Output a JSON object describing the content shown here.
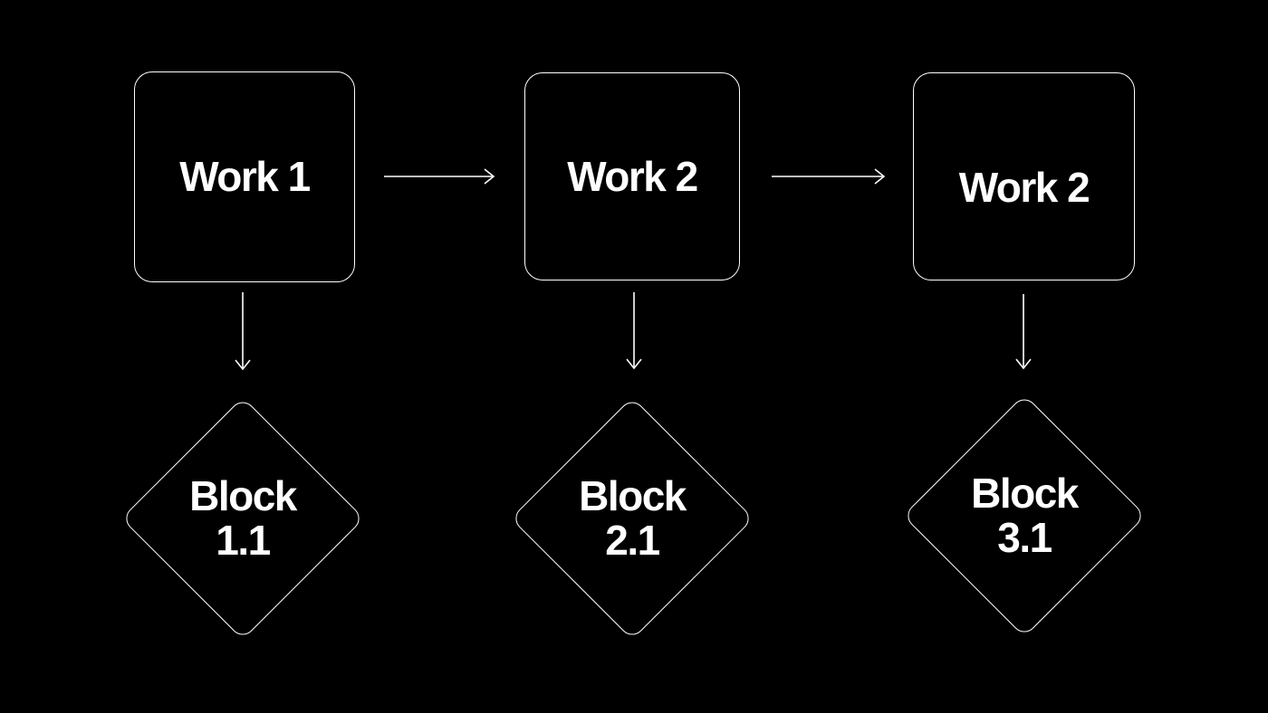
{
  "colors": {
    "background": "#000000",
    "line": "#ffffff",
    "text": "#ffffff"
  },
  "diagram": {
    "work_nodes": [
      {
        "label": "Work 1"
      },
      {
        "label": "Work 2"
      },
      {
        "label": "Work 2"
      }
    ],
    "block_nodes": [
      {
        "label": "Block\n1.1"
      },
      {
        "label": "Block\n2.1"
      },
      {
        "label": "Block\n3.1"
      }
    ],
    "arrows": [
      {
        "name": "arrow-work1-to-work2",
        "direction": "right"
      },
      {
        "name": "arrow-work2-to-work3",
        "direction": "right"
      },
      {
        "name": "arrow-work1-to-block1-1",
        "direction": "down"
      },
      {
        "name": "arrow-work2-to-block2-1",
        "direction": "down"
      },
      {
        "name": "arrow-work3-to-block3-1",
        "direction": "down"
      }
    ]
  }
}
